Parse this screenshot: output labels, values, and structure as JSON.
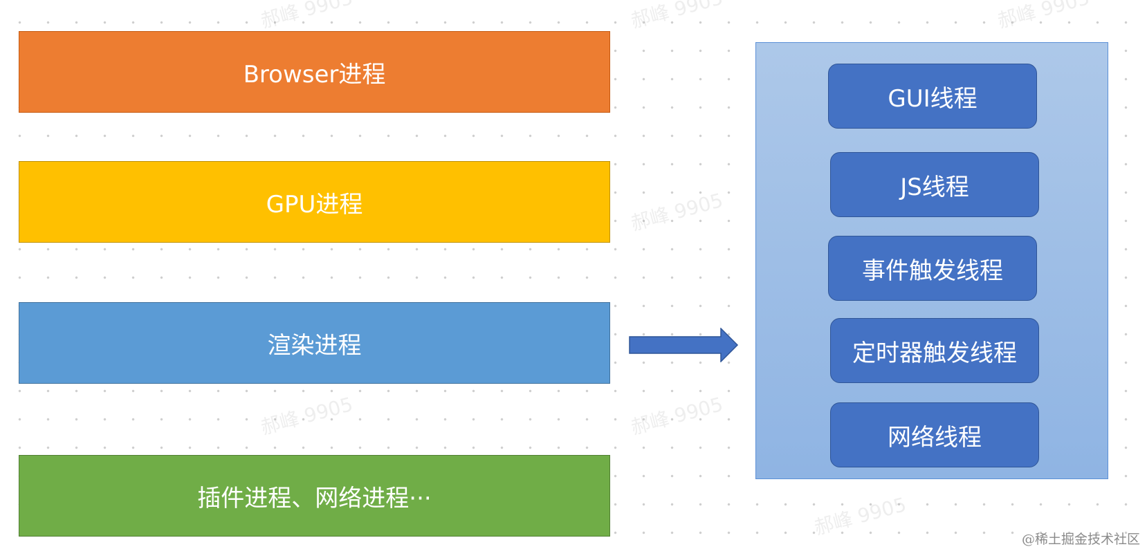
{
  "colors": {
    "browser_bar": "#ED7D31",
    "gpu_bar": "#FFC000",
    "render_bar": "#5B9BD5",
    "plugin_bar": "#70AD47",
    "arrow": "#4472C4",
    "thread_panel_top": "#adc8e9",
    "thread_panel_bottom": "#8fb4e3",
    "thread_box": "#4472C4",
    "background": "#ffffff"
  },
  "processes": {
    "browser": "Browser进程",
    "gpu": "GPU进程",
    "render": "渲染进程",
    "plugin": "插件进程、网络进程···"
  },
  "threads": {
    "gui": "GUI线程",
    "js": "JS线程",
    "event": "事件触发线程",
    "timer": "定时器触发线程",
    "network": "网络线程"
  },
  "arrow_icon": "arrow-right-icon",
  "watermark": "郝峰 9905",
  "footer": "@稀土掘金技术社区"
}
